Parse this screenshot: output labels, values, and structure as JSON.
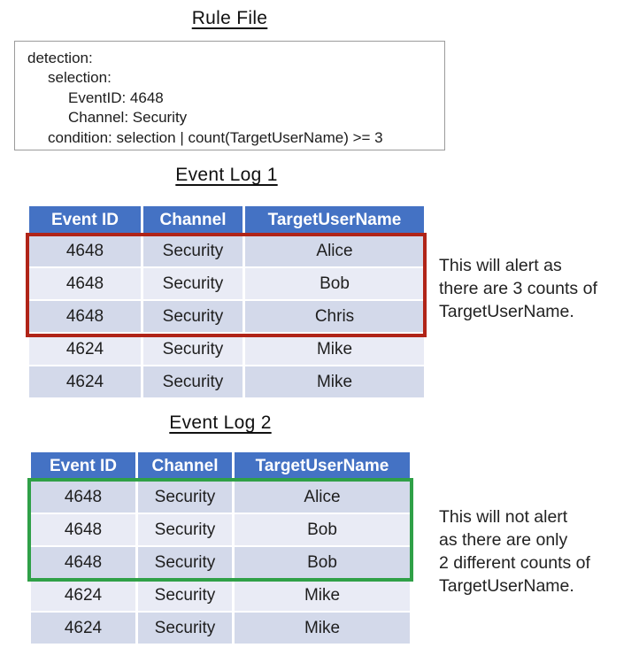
{
  "colors": {
    "table_header_blue": "#4472C4",
    "row_band_dark": "#D3D9EA",
    "row_band_light": "#E9EBF5",
    "alert_box_red": "#B02418",
    "no_alert_box_green": "#2FA047"
  },
  "rule_file": {
    "title": "Rule File",
    "lines": [
      "detection:",
      "selection:",
      "EventID: 4648",
      "Channel: Security",
      "condition: selection | count(TargetUserName) >= 3"
    ]
  },
  "event_log_1": {
    "title": "Event Log 1",
    "columns": [
      "Event ID",
      "Channel",
      "TargetUserName"
    ],
    "rows": [
      [
        "4648",
        "Security",
        "Alice"
      ],
      [
        "4648",
        "Security",
        "Bob"
      ],
      [
        "4648",
        "Security",
        "Chris"
      ],
      [
        "4624",
        "Security",
        "Mike"
      ],
      [
        "4624",
        "Security",
        "Mike"
      ]
    ],
    "highlighted_rows": [
      1,
      2,
      3
    ],
    "highlight_color": "#B02418",
    "note_lines": [
      "This will alert as",
      "there are 3 counts of",
      "TargetUserName."
    ]
  },
  "event_log_2": {
    "title": "Event Log 2",
    "columns": [
      "Event ID",
      "Channel",
      "TargetUserName"
    ],
    "rows": [
      [
        "4648",
        "Security",
        "Alice"
      ],
      [
        "4648",
        "Security",
        "Bob"
      ],
      [
        "4648",
        "Security",
        "Bob"
      ],
      [
        "4624",
        "Security",
        "Mike"
      ],
      [
        "4624",
        "Security",
        "Mike"
      ]
    ],
    "highlighted_rows": [
      1,
      2,
      3
    ],
    "highlight_color": "#2FA047",
    "note_lines": [
      "This will not alert",
      "as there are only",
      "2 different counts of",
      "TargetUserName."
    ]
  }
}
